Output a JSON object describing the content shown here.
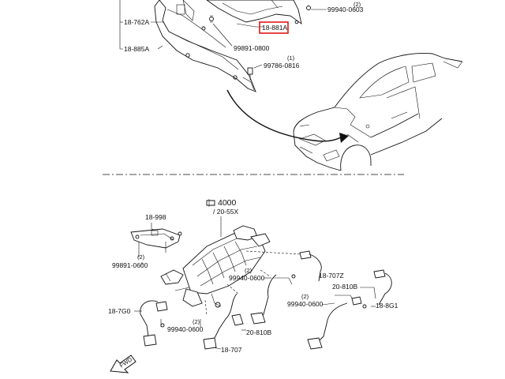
{
  "top_section": {
    "part_762a": "18-762A",
    "part_885a": "18-885A",
    "part_881a": "18-881A",
    "bolt_99940_0603": "99940-0603",
    "bolt_99940_0603_qty": "(2)",
    "bolt_99891_0800": "99891-0800",
    "bolt_99786_0816": "99786-0816",
    "bolt_99786_0816_qty": "(1)",
    "highlight_color": "#e01818"
  },
  "bottom_section": {
    "assembly_ref": "4000",
    "assembly_sub": "/ 20-55X",
    "part_998": "18-998",
    "bolt_99891_0600": "99891-0600",
    "bolt_99891_0600_qty": "(2)",
    "bolt_99940_0600_a": "99940-0600",
    "bolt_99940_0600_a_qty": "(2)",
    "part_707z": "18-707Z",
    "part_810b_right": "20-810B",
    "bolt_99940_0600_b": "99940-0600",
    "bolt_99940_0600_b_qty": "(2)",
    "part_8g1": "18-8G1",
    "part_7g0": "18-7G0",
    "bolt_99940_0600_c": "99940-0600",
    "bolt_99940_0600_c_qty": "(2)",
    "part_810b_left": "20-810B",
    "part_707": "18-707",
    "fwd_label": "FWD"
  }
}
